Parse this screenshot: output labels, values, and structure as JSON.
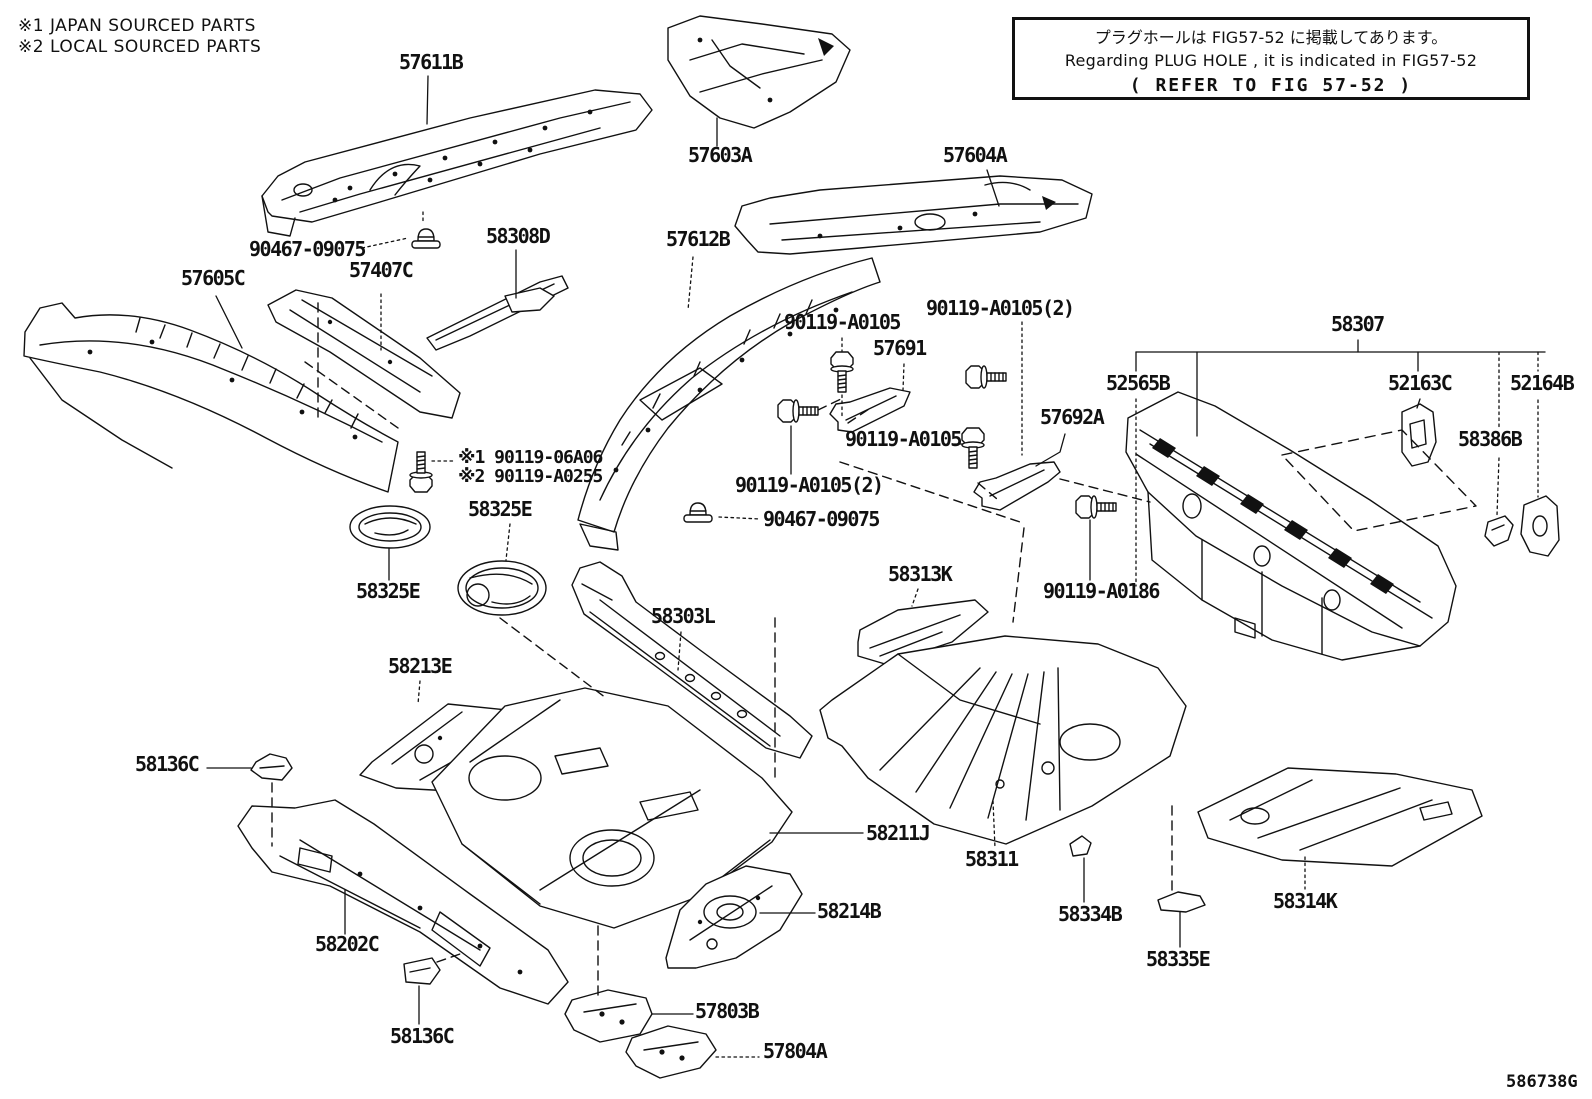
{
  "header_notes": {
    "japan": "※1 JAPAN SOURCED PARTS",
    "local": "※2 LOCAL SOURCED PARTS"
  },
  "info_box": {
    "line_ja": "プラグホールは FIG57-52 に掲載してあります。",
    "line_en": "Regarding PLUG HOLE , it is indicated in FIG57-52",
    "line_ref": "(  REFER TO FIG 57-52  )"
  },
  "labels": {
    "l57611b": "57611B",
    "l57603a": "57603A",
    "l57604a": "57604A",
    "l90467_top": "90467-09075",
    "l58308d": "58308D",
    "l57407c": "57407C",
    "l57605c": "57605C",
    "l57612b": "57612B",
    "l90119a0105_mid": "90119-A0105",
    "l90119a0105_2_top": "90119-A0105(2)",
    "l57691": "57691",
    "l57692a": "57692A",
    "l90119a0105_right": "90119-A0105",
    "l90119a0105_2_left": "90119-A0105(2)",
    "l90467_mid": "90467-09075",
    "l58307": "58307",
    "l52565b": "52565B",
    "l52163c": "52163C",
    "l52164b": "52164B",
    "l58386b": "58386B",
    "l90119a0186": "90119-A0186",
    "l58313k": "58313K",
    "note1_bolt": "※1 90119-06A06",
    "note2_bolt": "※2 90119-A0255",
    "l58325e_top": "58325E",
    "l58325e_left": "58325E",
    "l58303l": "58303L",
    "l58213e": "58213E",
    "l58136c_top": "58136C",
    "l58202c": "58202C",
    "l58136c_bottom": "58136C",
    "l58211j": "58211J",
    "l58311": "58311",
    "l58214b": "58214B",
    "l57803b": "57803B",
    "l57804a": "57804A",
    "l58334b": "58334B",
    "l58335e": "58335E",
    "l58314k": "58314K"
  },
  "diagram_code": "586738G",
  "colors": {
    "ink": "#111111",
    "background": "#ffffff"
  }
}
